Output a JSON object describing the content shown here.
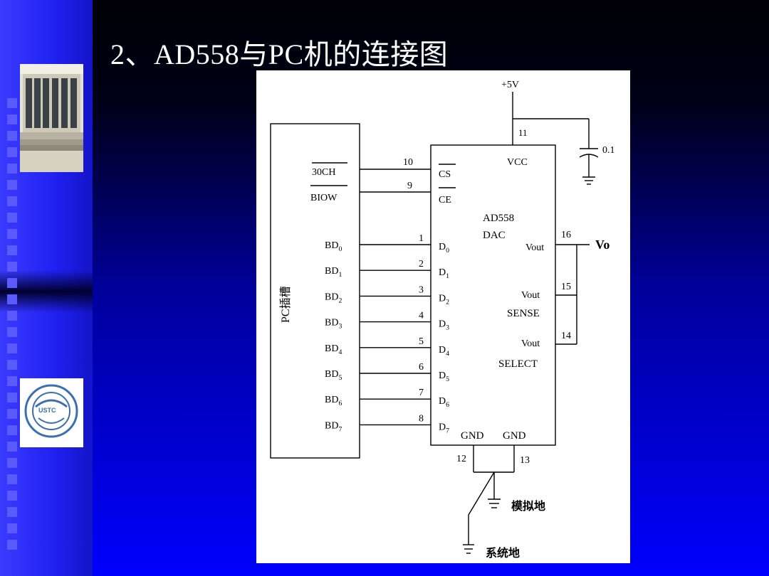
{
  "slide": {
    "title": "2、AD558与PC机的连接图"
  },
  "logo": {
    "text": "USTC"
  },
  "diagram": {
    "supply": "+5V",
    "capacitor": "0.1",
    "vcc_pin": "11",
    "vcc_label": "VCC",
    "chip_name": "AD558",
    "chip_type": "DAC",
    "slot_label": "PC插槽",
    "cs_signal": "30CH",
    "cs_pin": "10",
    "cs_label": "CS",
    "ce_signal": "BIOW",
    "ce_pin": "9",
    "ce_label": "CE",
    "data_lines": [
      {
        "bus": "BD0",
        "pin": "1",
        "d": "D0"
      },
      {
        "bus": "BD1",
        "pin": "2",
        "d": "D1"
      },
      {
        "bus": "BD2",
        "pin": "3",
        "d": "D2"
      },
      {
        "bus": "BD3",
        "pin": "4",
        "d": "D3"
      },
      {
        "bus": "BD4",
        "pin": "5",
        "d": "D4"
      },
      {
        "bus": "BD5",
        "pin": "6",
        "d": "D5"
      },
      {
        "bus": "BD6",
        "pin": "7",
        "d": "D6"
      },
      {
        "bus": "BD7",
        "pin": "8",
        "d": "D7"
      }
    ],
    "vout_label": "Vout",
    "vout_pin": "16",
    "vo_label": "Vo",
    "sense_vout": "Vout",
    "sense_label": "SENSE",
    "sense_pin": "15",
    "select_vout": "Vout",
    "select_label": "SELECT",
    "select_pin": "14",
    "gnd_label_1": "GND",
    "gnd_label_2": "GND",
    "gnd_pin_1": "12",
    "gnd_pin_2": "13",
    "analog_ground": "模拟地",
    "system_ground": "系统地"
  }
}
